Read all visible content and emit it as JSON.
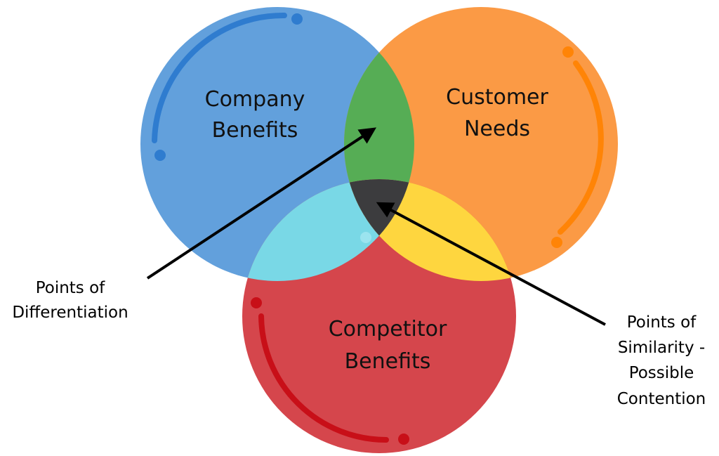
{
  "colors": {
    "company": "#62a0dc",
    "customer": "#fb9a45",
    "competitor": "#d5464c",
    "company_customer": "#56ad55",
    "company_competitor": "#79d8e6",
    "customer_competitor": "#fed63f",
    "all_three": "#3c3c3e",
    "company_arc": "#2f7ccf",
    "customer_arc": "#ff8406",
    "competitor_arc": "#c80f18",
    "arrow": "#000000"
  },
  "circles": {
    "company": {
      "line1": "Company",
      "line2": "Benefits"
    },
    "customer": {
      "line1": "Customer",
      "line2": "Needs"
    },
    "competitor": {
      "line1": "Competitor",
      "line2": "Benefits"
    }
  },
  "annotations": {
    "differentiation": {
      "line1": "Points of",
      "line2": "Differentiation"
    },
    "similarity": {
      "line1": "Points of",
      "line2": "Similarity -",
      "line3": "Possible",
      "line4": "Contention"
    }
  }
}
